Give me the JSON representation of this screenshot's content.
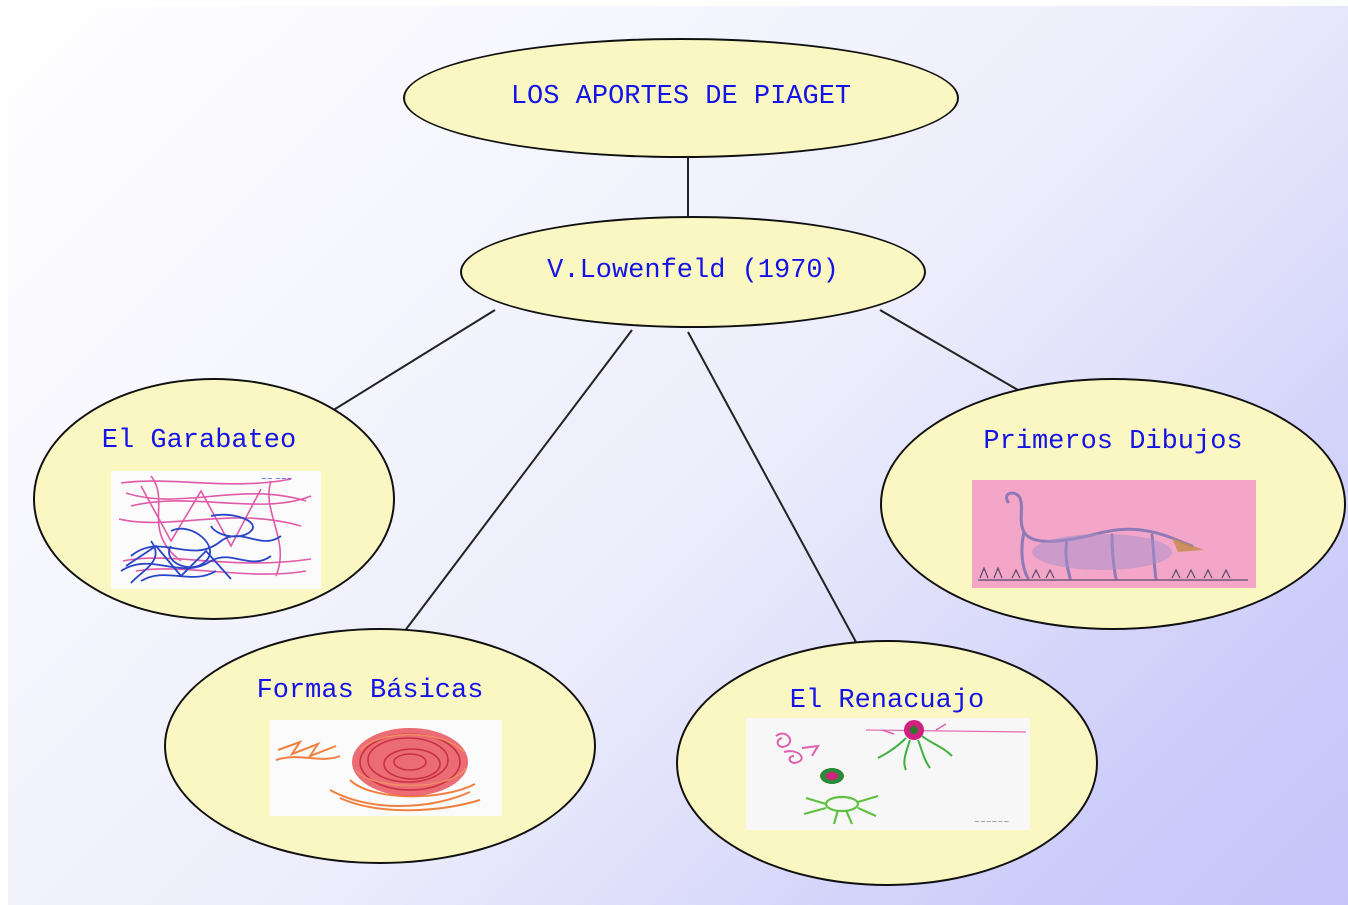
{
  "diagram": {
    "root": {
      "label": "LOS APORTES DE PIAGET"
    },
    "author": {
      "label": "V.Lowenfeld (1970)"
    },
    "stages": [
      {
        "label": "El Garabateo",
        "drawing": "scribble-drawing"
      },
      {
        "label": "Formas Básicas",
        "drawing": "circle-scribble-drawing"
      },
      {
        "label": "El Renacuajo",
        "drawing": "tadpole-figures-drawing"
      },
      {
        "label": "Primeros Dibujos",
        "drawing": "dinosaur-drawing"
      }
    ]
  },
  "colors": {
    "node_fill": "#fbf7c2",
    "node_border": "#111111",
    "text": "#1414e6",
    "connector": "#222222",
    "background_start": "#ffffff",
    "background_end": "#cdcdf8"
  }
}
